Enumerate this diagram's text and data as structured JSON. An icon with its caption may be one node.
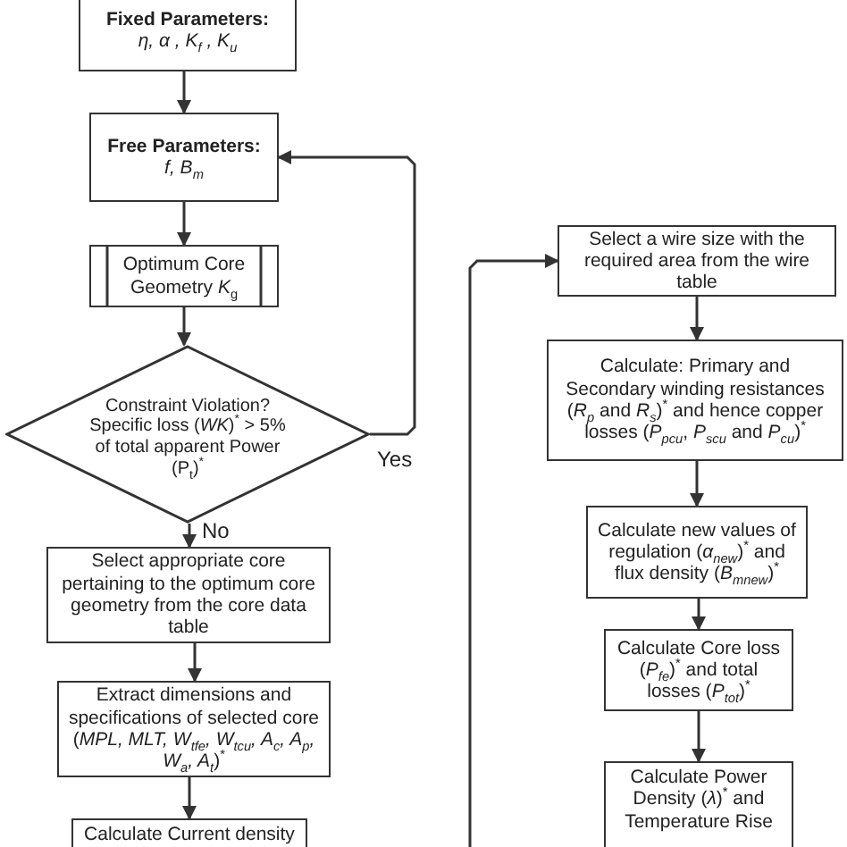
{
  "diagram": {
    "nodes": [
      {
        "text": [
          "Fixed Parameters:",
          "η, α , K$_{f}$ , K$_{u}$"
        ]
      },
      {
        "text": [
          "Free Parameters:",
          "f, B$_{m}$"
        ]
      },
      {
        "text": [
          "Optimum Core Geometry *K*$_{g}$"
        ]
      },
      {
        "text": [
          "Constraint Violation? Specific loss (*WK*)$^{*}$ > 5% of total apparent Power (P$_{t}$)$^{*}$"
        ]
      },
      {
        "text": [
          "Select appropriate core pertaining to the optimum core geometry from the core data table"
        ]
      },
      {
        "text": [
          "Extract dimensions and specifications of selected core (*MPL, MLT, W$_{tfe}$, W$_{tcu}$, A$_{c}$, A$_{p}$, W$_{a}$, A$_{t}$*)$^{*}$"
        ]
      },
      {
        "text": [
          "Calculate Current density"
        ]
      },
      {
        "text": [
          "Select a wire size with the required area from the wire table"
        ]
      },
      {
        "text": [
          "Calculate: Primary and Secondary winding resistances (*R$_{p}$* and *R$_{s}$*)$^{*}$ and hence copper losses (*P$_{pcu}$*, *P$_{scu}$* and *P$_{cu}$*)$^{*}$"
        ]
      },
      {
        "text": [
          "Calculate new values of regulation (*α$_{new}$*)$^{*}$ and flux density (*B$_{mnew}$*)$^{*}$"
        ]
      },
      {
        "text": [
          "Calculate Core loss (*P$_{fe}$*)$^{*}$ and total losses (*P$_{tot}$*)$^{*}$"
        ]
      },
      {
        "text": [
          "Calculate Power Density (*λ*)$^{*}$ and Temperature Rise"
        ]
      }
    ],
    "edges": [
      {
        "from": 0,
        "to": 1,
        "arrow": "to"
      },
      {
        "from": 1,
        "to": 2,
        "arrow": "to"
      },
      {
        "from": 2,
        "to": 3,
        "arrow": "to"
      },
      {
        "from": 3,
        "to": 1,
        "arrow": "to",
        "label": "Yes"
      },
      {
        "from": 3,
        "to": 4,
        "arrow": "to",
        "label": "No"
      },
      {
        "from": 4,
        "to": 5,
        "arrow": "to"
      },
      {
        "from": 5,
        "to": 6,
        "arrow": "to"
      },
      {
        "from": null,
        "to": 7,
        "arrow": "to"
      },
      {
        "from": 7,
        "to": 8,
        "arrow": "to"
      },
      {
        "from": 8,
        "to": 9,
        "arrow": "to"
      },
      {
        "from": 9,
        "to": 10,
        "arrow": "to"
      },
      {
        "from": 10,
        "to": 11,
        "arrow": "to"
      }
    ]
  }
}
